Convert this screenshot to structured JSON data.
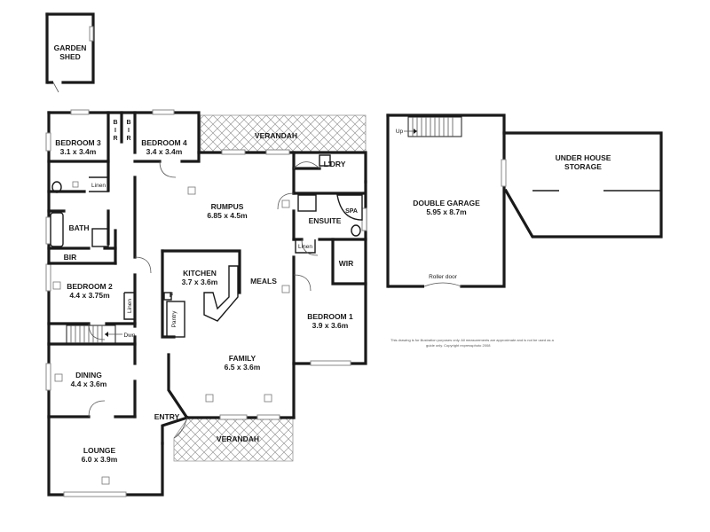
{
  "rooms": {
    "garden_shed": {
      "name_line1": "GARDEN",
      "name_line2": "SHED"
    },
    "bedroom3": {
      "name": "BEDROOM 3",
      "size": "3.1 x 3.4m"
    },
    "bedroom4": {
      "name": "BEDROOM 4",
      "size": "3.4 x 3.4m"
    },
    "bir_a": {
      "line1": "B",
      "line2": "I",
      "line3": "R"
    },
    "bir_b": {
      "line1": "B",
      "line2": "I",
      "line3": "R"
    },
    "verandah_top": {
      "name": "VERANDAH"
    },
    "ldry": {
      "name": "L'DRY"
    },
    "linen_top": {
      "name": "Linen"
    },
    "rumpus": {
      "name": "RUMPUS",
      "size": "6.85 x 4.5m"
    },
    "ensuite": {
      "name": "ENSUITE"
    },
    "spa": {
      "name": "SPA"
    },
    "bath": {
      "name": "BATH"
    },
    "bir_c": {
      "name": "BIR"
    },
    "linen_right": {
      "name": "Linen"
    },
    "wir": {
      "name": "WIR"
    },
    "kitchen": {
      "name": "KITCHEN",
      "size": "3.7 x 3.6m"
    },
    "meals": {
      "name": "MEALS"
    },
    "fridge": {
      "name": "F"
    },
    "pantry": {
      "name": "Pantry"
    },
    "bedroom2": {
      "name": "BEDROOM 2",
      "size": "4.4 x 3.75m"
    },
    "linen_left": {
      "name": "Linen"
    },
    "bedroom1": {
      "name": "BEDROOM 1",
      "size": "3.9 x 3.6m"
    },
    "stairs": {
      "name": "Dwn"
    },
    "dining": {
      "name": "DINING",
      "size": "4.4 x 3.6m"
    },
    "family": {
      "name": "FAMILY",
      "size": "6.5 x 3.6m"
    },
    "entry": {
      "name": "ENTRY"
    },
    "verandah_bottom": {
      "name": "VERANDAH"
    },
    "lounge": {
      "name": "LOUNGE",
      "size": "6.0 x 3.9m"
    },
    "double_garage": {
      "name": "DOUBLE GARAGE",
      "size": "5.95 x 8.7m"
    },
    "garage_stairs": {
      "name": "Up"
    },
    "roller_door": {
      "name": "Roller door"
    },
    "under_house_storage": {
      "name_line1": "UNDER HOUSE",
      "name_line2": "STORAGE"
    }
  },
  "disclaimer": {
    "line1": "This drawing is for illustration purposes only. All measurements are approximate and is not be used as a",
    "line2": "guide only. Copyright expressphoto 2008"
  }
}
